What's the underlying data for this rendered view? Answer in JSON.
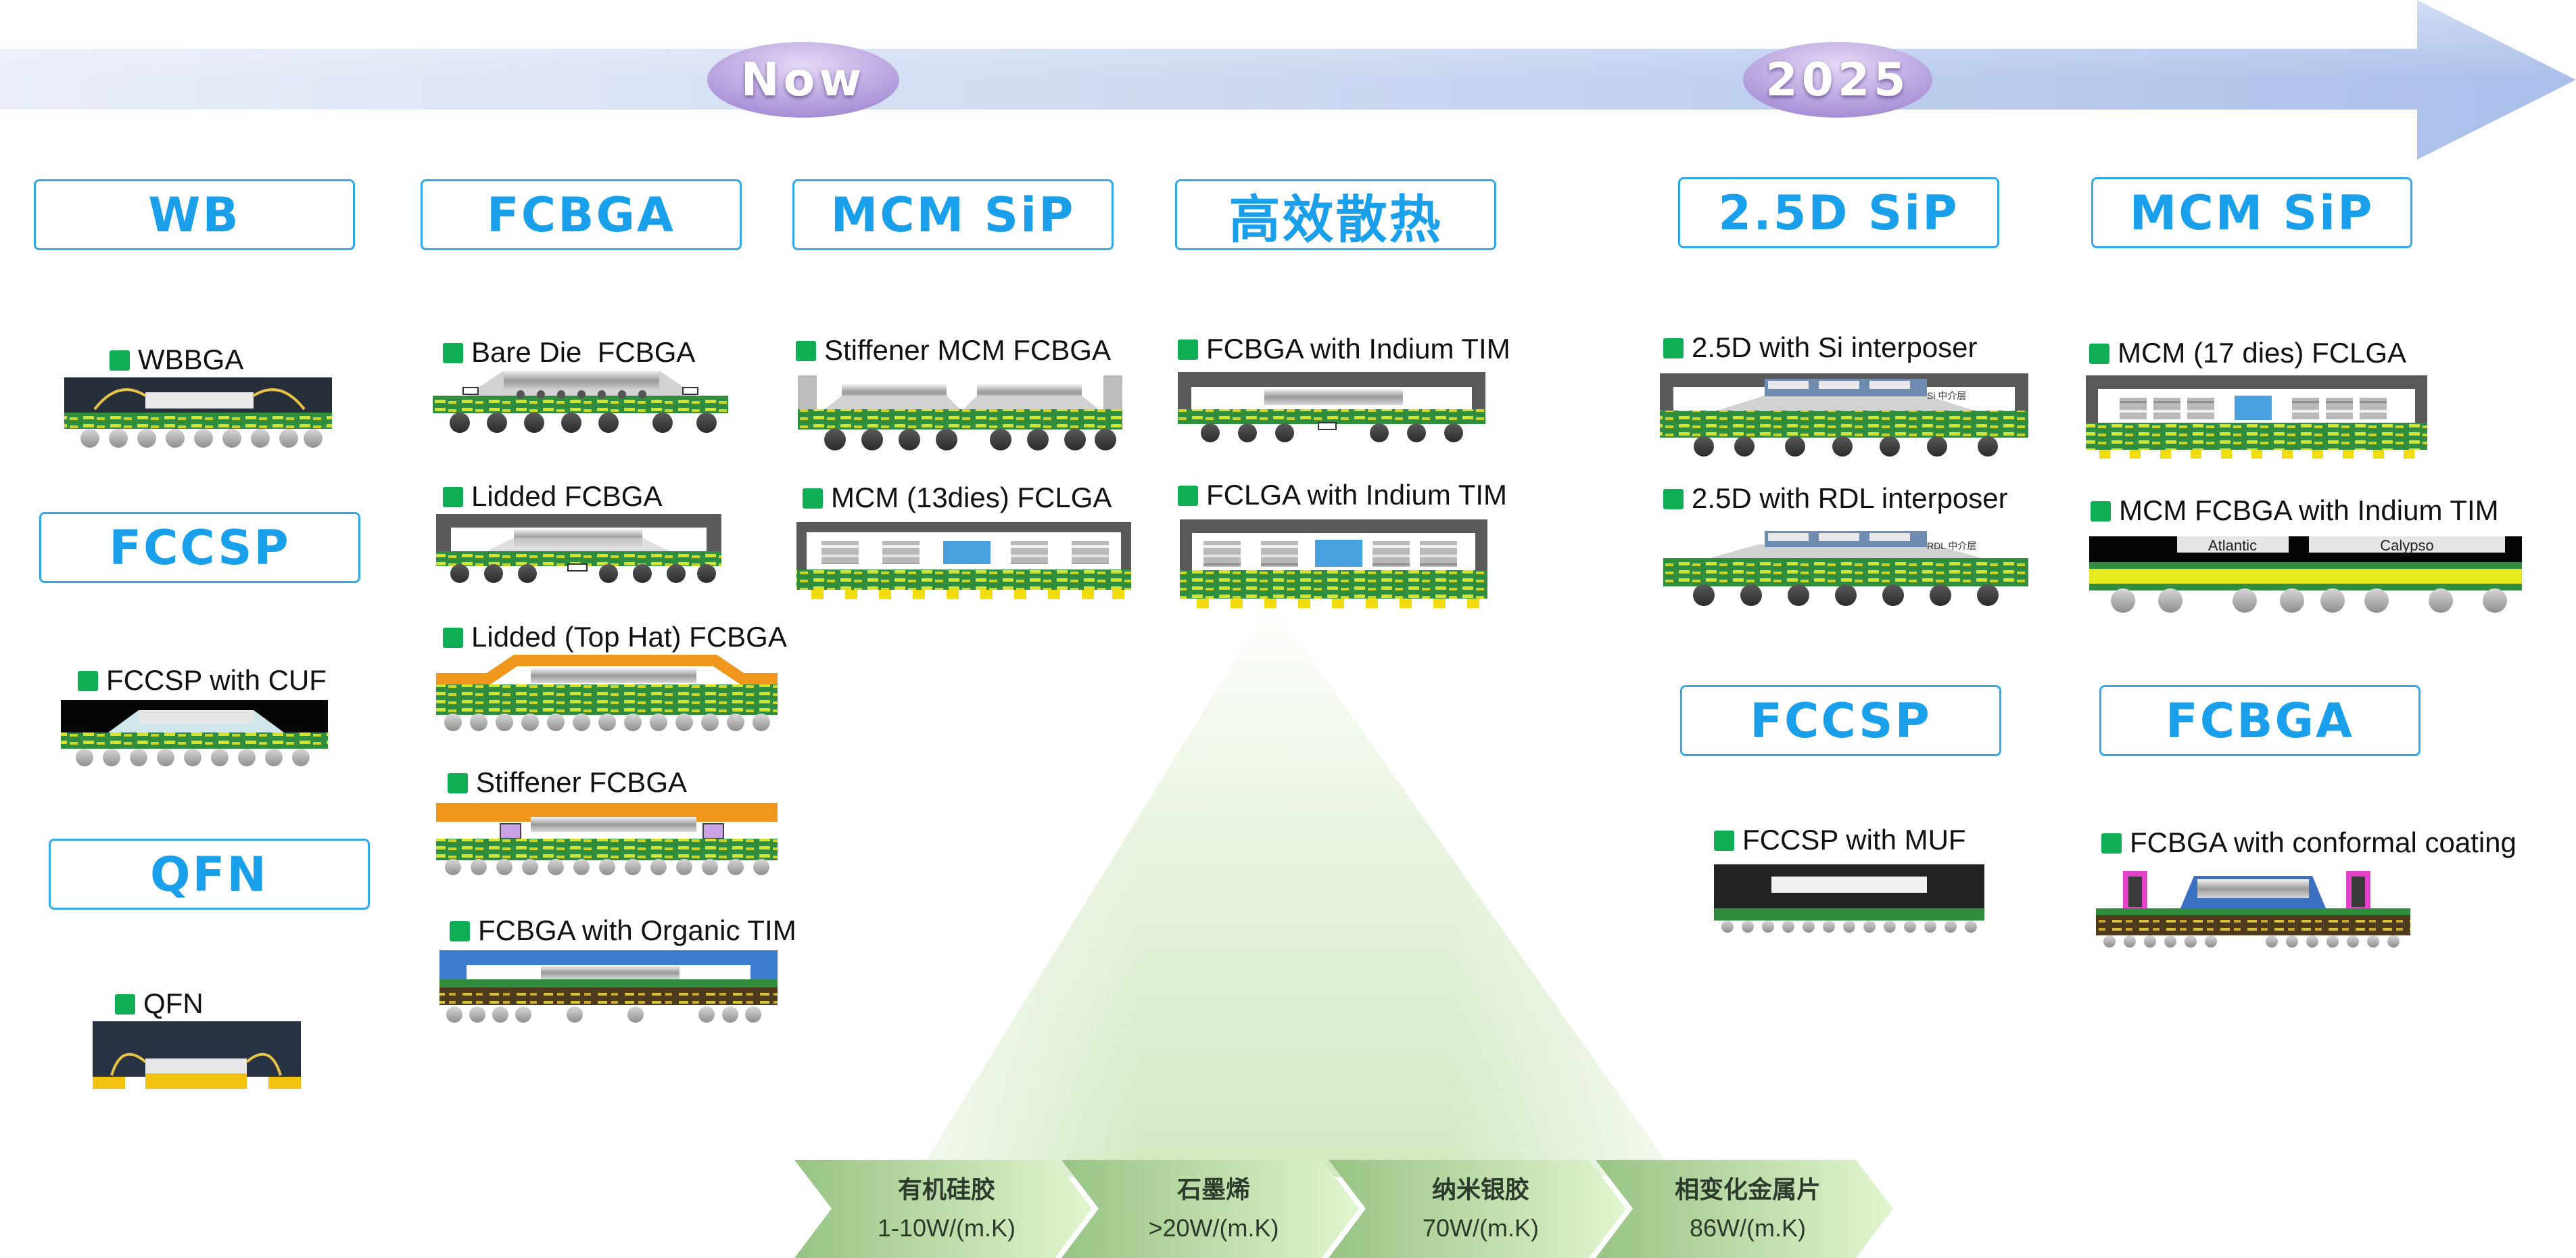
{
  "timeline": {
    "now_label": "Now",
    "future_label": "2025"
  },
  "categories": {
    "wb": "WB",
    "fcbga": "FCBGA",
    "mcm_sip": "MCM SiP",
    "thermal": "高效散热",
    "sip_25d": "2.5D SiP",
    "mcm_sip_2": "MCM SiP",
    "fccsp": "FCCSP",
    "qfn": "QFN",
    "fccsp_2": "FCCSP",
    "fcbga_2": "FCBGA"
  },
  "packages": {
    "wbbga": "WBBGA",
    "fccsp_cuf": "FCCSP with CUF",
    "qfn": "QFN",
    "bare_die_fcbga": "Bare Die  FCBGA",
    "lidded_fcbga": "Lidded FCBGA",
    "top_hat_fcbga": "Lidded (Top Hat) FCBGA",
    "stiffener_fcbga": "Stiffener FCBGA",
    "organic_tim_fcbga": "FCBGA with Organic TIM",
    "stiffener_mcm_fcbga": "Stiffener MCM FCBGA",
    "mcm_13dies": "MCM (13dies) FCLGA",
    "indium_fcbga": "FCBGA with Indium TIM",
    "indium_fclga": "FCLGA with Indium TIM",
    "si_interposer": "2.5D with Si interposer",
    "rdl_interposer": "2.5D with RDL interposer",
    "mcm_17dies": "MCM (17 dies) FCLGA",
    "mcm_fcbga_indium": "MCM FCBGA with Indium TIM",
    "fccsp_muf": "FCCSP with MUF",
    "conformal_fcbga": "FCBGA with conformal coating"
  },
  "chip_labels": {
    "si_layer": "Si 中介层",
    "rdl_layer": "RDL 中介层",
    "atlantic": "Atlantic",
    "calypso": "Calypso"
  },
  "tim_stages": [
    {
      "title": "有机硅胶",
      "value": "1-10W/(m.K)"
    },
    {
      "title": "石墨烯",
      "value": ">20W/(m.K)"
    },
    {
      "title": "纳米银胶",
      "value": "70W/(m.K)"
    },
    {
      "title": "相变化金属片",
      "value": "86W/(m.K)"
    }
  ],
  "colors": {
    "accent_blue": "#1aa0ea",
    "marker_green": "#0fae55",
    "pill_purple": "#a98fd6"
  }
}
